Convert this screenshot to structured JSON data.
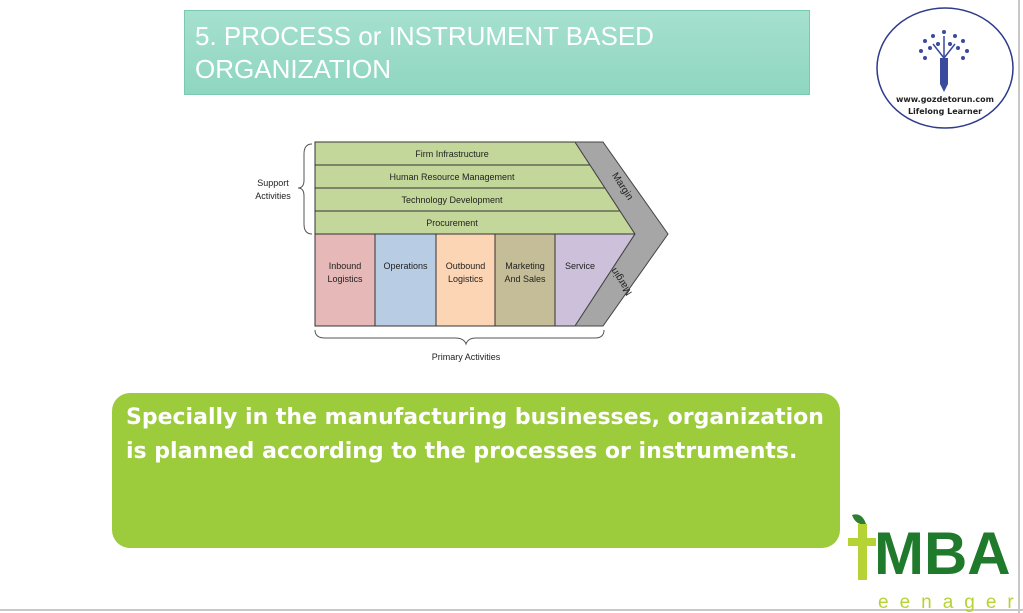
{
  "slide": {
    "title": "5.  PROCESS or INSTRUMENT BASED ORGANIZATION",
    "body": "Specially in the manufacturing businesses, organization is planned according to the processes or instruments."
  },
  "logo": {
    "url_text": "www.gozdetorun.com",
    "tagline": "Lifelong Learner",
    "icon": "tree-pencil-icon"
  },
  "brand": {
    "main": "MBA",
    "sub": "eenager",
    "prefix": "t"
  },
  "diagram": {
    "support_label_1": "Support",
    "support_label_2": "Activities",
    "primary_label": "Primary Activities",
    "margin_label": "Margin",
    "support": [
      "Firm Infrastructure",
      "Human Resource Management",
      "Technology Development",
      "Procurement"
    ],
    "primary": [
      {
        "l1": "Inbound",
        "l2": "Logistics",
        "color": "#e6b8b7"
      },
      {
        "l1": "Operations",
        "l2": "",
        "color": "#b8cce4"
      },
      {
        "l1": "Outbound",
        "l2": "Logistics",
        "color": "#fcd5b4"
      },
      {
        "l1": "Marketing",
        "l2": "And Sales",
        "color": "#c4bd97"
      },
      {
        "l1": "Service",
        "l2": "",
        "color": "#ccc0da"
      }
    ],
    "colors": {
      "support": "#c4d79b",
      "margin": "#a6a6a6"
    }
  }
}
